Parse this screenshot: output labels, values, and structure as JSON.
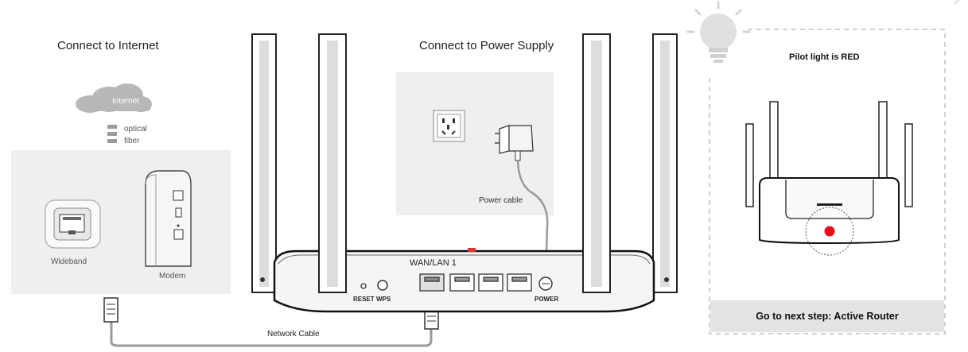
{
  "internet_section": {
    "title": "Connect to Internet",
    "cloud_label": "Internet",
    "fiber_label_1": "optical",
    "fiber_label_2": "fiber",
    "wideband_label": "Wideband",
    "modem_label": "Modem"
  },
  "power_section": {
    "title": "Connect to Power Supply",
    "power_cable_label": "Power cable"
  },
  "router_rear": {
    "wan_label": "WAN/LAN 1",
    "reset_label": "RESET",
    "wps_label": "WPS",
    "power_label": "POWER"
  },
  "network_cable_label": "Network Cable",
  "status_panel": {
    "pilot_light_label": "Pilot light is RED",
    "next_step_label": "Go to next step:  Active Router",
    "indicator_color": "#e8101a"
  }
}
